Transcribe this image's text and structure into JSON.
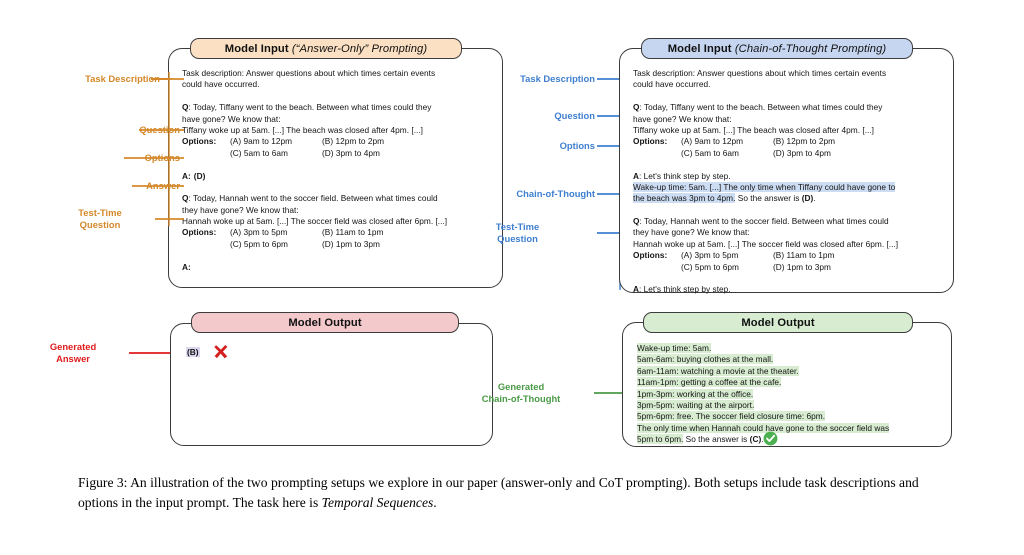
{
  "figure": {
    "caption_prefix": "Figure 3:",
    "caption_line1": " An illustration of the two prompting setups we explore in our paper (answer-only and CoT prompting).",
    "caption_line2a": "Both setups include task descriptions and options in the input prompt. The task here is ",
    "caption_italic": "Temporal Sequences",
    "caption_line2b": "."
  },
  "colors": {
    "answer_only_header_bg": "#fbe0c3",
    "cot_header_bg": "#c6d6f0",
    "output_wrong_header_bg": "#f3c9cc",
    "output_right_header_bg": "#d7ecd0",
    "annotation_orange": "#d4882a",
    "annotation_blue": "#3f7fd0",
    "annotation_red": "#e01b1b",
    "annotation_green": "#4a9a46",
    "highlight_blue": "#ccdcf2",
    "highlight_green": "#d7ecd0",
    "highlight_purple": "#dcd6ee",
    "panel_border": "#3c3c3c"
  },
  "left": {
    "input_title_bold": "Model Input",
    "input_title_rest": " (“Answer-Only” Prompting)",
    "output_title": "Model Output",
    "annotations": [
      {
        "label": "Task Description"
      },
      {
        "label": "Question"
      },
      {
        "label": "Options"
      },
      {
        "label": "Answer"
      },
      {
        "label_line1": "Test-Time",
        "label_line2": "Question"
      }
    ],
    "output_annotation": {
      "label_line1": "Generated",
      "label_line2": "Answer"
    },
    "prompt": {
      "task_desc_l1": "Task description: Answer questions about which times certain events",
      "task_desc_l2": "could have occurred.",
      "q1_l1_bold": "Q",
      "q1_l1": ": Today, Tiffany went to the beach. Between what times could they",
      "q1_l2": "have gone? We know that:",
      "q1_l3": "Tiffany woke up at 5am. [...] The beach was closed after 4pm. [...]",
      "q1_options_label": "Options:",
      "q1_option_a": "(A) 9am to 12pm",
      "q1_option_b": "(B) 12pm to 2pm",
      "q1_option_c": "(C) 5am to 6am",
      "q1_option_d": "(D) 3pm to 4pm",
      "answer_label": "A:",
      "answer_value": "(D)",
      "q2_l1_bold": "Q",
      "q2_l1": ": Today, Hannah went to the soccer field. Between what times could",
      "q2_l2": "they have gone? We know that:",
      "q2_l3": "Hannah woke up at 5am. [...] The soccer field was closed after 6pm. [...]",
      "q2_options_label": "Options:",
      "q2_option_a": "(A) 3pm to 5pm",
      "q2_option_b": "(B) 11am to 1pm",
      "q2_option_c": "(C) 5pm to 6pm",
      "q2_option_d": "(D) 1pm to 3pm",
      "trailing_answer_label": "A:"
    },
    "output": {
      "generated_answer": "(B)",
      "verdict_icon": "cross-icon"
    }
  },
  "right": {
    "input_title_bold": "Model Input",
    "input_title_rest": " (Chain-of-Thought Prompting)",
    "output_title": "Model Output",
    "annotations": [
      {
        "label": "Task Description"
      },
      {
        "label": "Question"
      },
      {
        "label": "Options"
      },
      {
        "label": "Chain-of-Thought"
      },
      {
        "label_line1": "Test-Time",
        "label_line2": "Question"
      }
    ],
    "output_annotation": {
      "label_line1": "Generated",
      "label_line2": "Chain-of-Thought"
    },
    "prompt": {
      "task_desc_l1": "Task description: Answer questions about which times certain events",
      "task_desc_l2": "could have occurred.",
      "q1_l1_bold": "Q",
      "q1_l1": ": Today, Tiffany went to the beach. Between what times could they",
      "q1_l2": "have gone? We know that:",
      "q1_l3": "Tiffany woke up at 5am. [...] The beach was closed after 4pm. [...]",
      "q1_options_label": "Options:",
      "q1_option_a": "(A) 9am to 12pm",
      "q1_option_b": "(B) 12pm to 2pm",
      "q1_option_c": "(C) 5am to 6am",
      "q1_option_d": "(D) 3pm to 4pm",
      "answer_label_bold": "A",
      "answer_lets_think": ": Let's think step by step.",
      "cot_l1": "Wake-up time: 5am. [...] The only time when Tiffany could have gone to",
      "cot_l2": "the beach was 3pm to 4pm.",
      "cot_tail": " So the answer is ",
      "cot_tail_bold": "(D)",
      "cot_tail_end": ".",
      "q2_l1_bold": "Q",
      "q2_l1": ": Today, Hannah went to the soccer field. Between what times could",
      "q2_l2": "they have gone? We know that:",
      "q2_l3": "Hannah woke up at 5am. [...] The soccer field was closed after 6pm. [...]",
      "q2_options_label": "Options:",
      "q2_option_a": "(A) 3pm to 5pm",
      "q2_option_b": "(B) 11am to 1pm",
      "q2_option_c": "(C) 5pm to 6pm",
      "q2_option_d": "(D) 1pm to 3pm",
      "trailing_answer_bold": "A",
      "trailing_answer": ": Let's think step by step."
    },
    "output": {
      "l1": "Wake-up time: 5am.",
      "l2": "5am-6am: buying clothes at the mall.",
      "l3": "6am-11am: watching a movie at the theater.",
      "l4": "11am-1pm: getting a coffee at the cafe.",
      "l5": "1pm-3pm: working at the office.",
      "l6": "3pm-5pm: waiting at the airport.",
      "l7": "5pm-6pm: free. The soccer field closure time: 6pm.",
      "l8": "The only time when Hannah could have gone to the soccer field was",
      "l9": "5pm to 6pm.",
      "l9_tail": " So the answer is ",
      "l9_tail_bold": "(C)",
      "l9_tail_end": ".",
      "verdict_icon": "check-icon"
    }
  }
}
